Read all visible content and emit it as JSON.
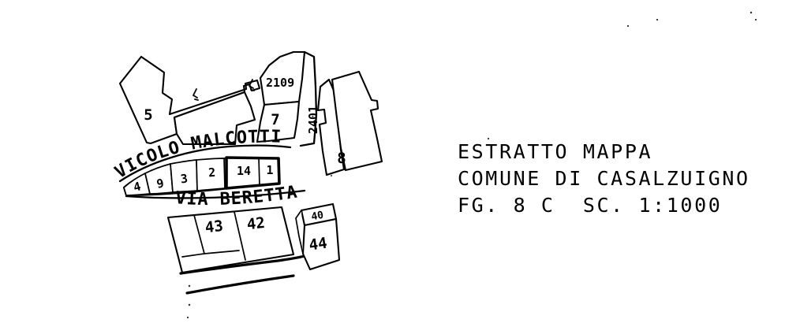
{
  "document": {
    "type": "cadastral-map-extract",
    "background_color": "#ffffff",
    "ink_color": "#000000"
  },
  "legend": {
    "lines": [
      "ESTRATTO MAPPA",
      "COMUNE DI CASALZUIGNO",
      "FG. 8 C  SC. 1:1000"
    ],
    "line1": "ESTRATTO MAPPA",
    "line2": "COMUNE DI CASALZUIGNO",
    "line3": "FG. 8 C  SC. 1:1000"
  },
  "map": {
    "streets": [
      {
        "name": "VICOLO MALCOTTI",
        "id": "vicolo-malcotti"
      },
      {
        "name": "VIA BERETTA",
        "id": "via-beretta"
      }
    ],
    "street_vicolo_malcotti": "VICOLO MALCOTTI",
    "street_via_beretta": "VIA BERETTA",
    "parcels": [
      {
        "number": "5",
        "id": "parcel-5",
        "highlighted": false
      },
      {
        "number": "2109",
        "id": "parcel-2109",
        "highlighted": false
      },
      {
        "number": "7",
        "id": "parcel-7",
        "highlighted": false
      },
      {
        "number": "2401",
        "id": "parcel-2401",
        "highlighted": false,
        "rotated": true
      },
      {
        "number": "8",
        "id": "parcel-8",
        "highlighted": false
      },
      {
        "number": "4",
        "id": "parcel-4",
        "highlighted": false
      },
      {
        "number": "9",
        "id": "parcel-9",
        "highlighted": false
      },
      {
        "number": "3",
        "id": "parcel-3",
        "highlighted": false
      },
      {
        "number": "2",
        "id": "parcel-2",
        "highlighted": false
      },
      {
        "number": "14",
        "id": "parcel-14",
        "highlighted": true
      },
      {
        "number": "1",
        "id": "parcel-1",
        "highlighted": true
      },
      {
        "number": "43",
        "id": "parcel-43",
        "highlighted": false
      },
      {
        "number": "42",
        "id": "parcel-42",
        "highlighted": false
      },
      {
        "number": "40",
        "id": "parcel-40",
        "highlighted": false
      },
      {
        "number": "44",
        "id": "parcel-44",
        "highlighted": false
      }
    ],
    "labels": {
      "p5": "5",
      "p2109": "2109",
      "p7": "7",
      "p2401": "2401",
      "p8": "8",
      "p4": "4",
      "p9": "9",
      "p3": "3",
      "p2": "2",
      "p14": "14",
      "p1": "1",
      "p43": "43",
      "p42": "42",
      "p40": "40",
      "p44": "44"
    }
  }
}
